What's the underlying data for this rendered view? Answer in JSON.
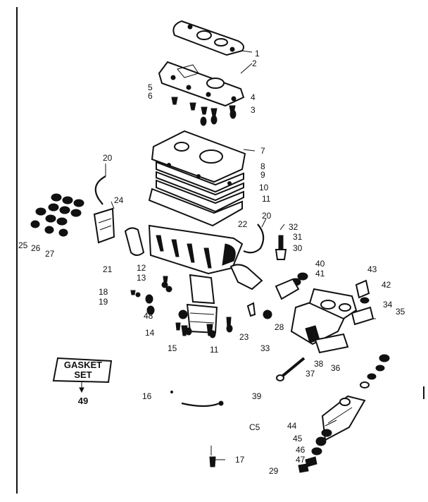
{
  "gasket_set": {
    "line1": "GASKET",
    "line2": "SET",
    "number": "49"
  },
  "labels": {
    "l1": "1",
    "l2": "2",
    "l3": "3",
    "l4": "4",
    "l5": "5",
    "l6": "6",
    "l7": "7",
    "l8": "8",
    "l9": "9",
    "l10": "10",
    "l11": "11",
    "l12": "12",
    "l13": "13",
    "l14": "14",
    "l15": "15",
    "l16": "16",
    "l17": "17",
    "l18": "18",
    "l19": "19",
    "l20a": "20",
    "l20b": "20",
    "l21": "21",
    "l22": "22",
    "l23": "23",
    "l24": "24",
    "l25": "25",
    "l26": "26",
    "l27": "27",
    "l28": "28",
    "l29": "29",
    "l30": "30",
    "l31": "31",
    "l32": "32",
    "l33": "33",
    "l34": "34",
    "l35": "35",
    "l36": "36",
    "l37": "37",
    "l38": "38",
    "l39": "39",
    "l40": "40",
    "l41": "41",
    "l42": "42",
    "l43": "43",
    "l44": "44",
    "l45": "45",
    "l46": "46",
    "l47": "47",
    "l48": "48",
    "l49": "49",
    "c5": "C5"
  },
  "colors": {
    "ink": "#111111",
    "paper": "#ffffff"
  }
}
